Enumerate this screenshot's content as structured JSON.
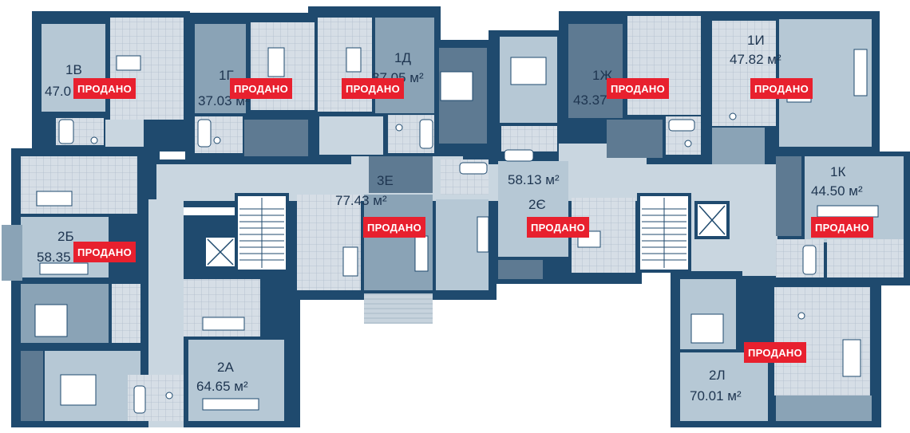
{
  "colors": {
    "wall": "#1f4a6e",
    "dark_room": "#5e7a92",
    "mid_room": "#8aa3b6",
    "light_room": "#b6c8d5",
    "wet_room": "#d6dee6",
    "text": "#1e3550",
    "sold_badge": "#e8202e",
    "sold_text": "#ffffff"
  },
  "icons": [
    "stairs-icon",
    "elevator-icon",
    "bathtub-icon",
    "toilet-icon",
    "bed-icon",
    "dining-table-icon",
    "sofa-icon"
  ],
  "apartments": [
    {
      "id": "1b",
      "code": "1В",
      "area": "47.0",
      "sold": true,
      "sold_label": "ПРОДАНО"
    },
    {
      "id": "1g",
      "code": "1Г",
      "area": "37.03 м²",
      "sold": true,
      "sold_label": "ПРОДАНО"
    },
    {
      "id": "1d",
      "code": "1Д",
      "area": "37.05 м²",
      "sold": true,
      "sold_label": "ПРОДАНО"
    },
    {
      "id": "1zh",
      "code": "1Ж",
      "area": "43.37",
      "sold": true,
      "sold_label": "ПРОДАНО"
    },
    {
      "id": "1i",
      "code": "1И",
      "area": "47.82 м²",
      "sold": true,
      "sold_label": "ПРОДАНО"
    },
    {
      "id": "2b",
      "code": "2Б",
      "area": "58.35 м²",
      "sold": true,
      "sold_label": "ПРОДАНО"
    },
    {
      "id": "3e",
      "code": "3Е",
      "area": "77.43 м²",
      "sold": true,
      "sold_label": "ПРОДАНО"
    },
    {
      "id": "2ye",
      "code": "2Є",
      "area": "58.13 м²",
      "sold": true,
      "sold_label": "ПРОДАНО"
    },
    {
      "id": "1k",
      "code": "1К",
      "area": "44.50 м²",
      "sold": true,
      "sold_label": "ПРОДАНО"
    },
    {
      "id": "2a",
      "code": "2А",
      "area": "64.65 м²",
      "sold": false,
      "sold_label": ""
    },
    {
      "id": "2l",
      "code": "2Л",
      "area": "70.01 м²",
      "sold": true,
      "sold_label": "ПРОДАНО"
    }
  ]
}
